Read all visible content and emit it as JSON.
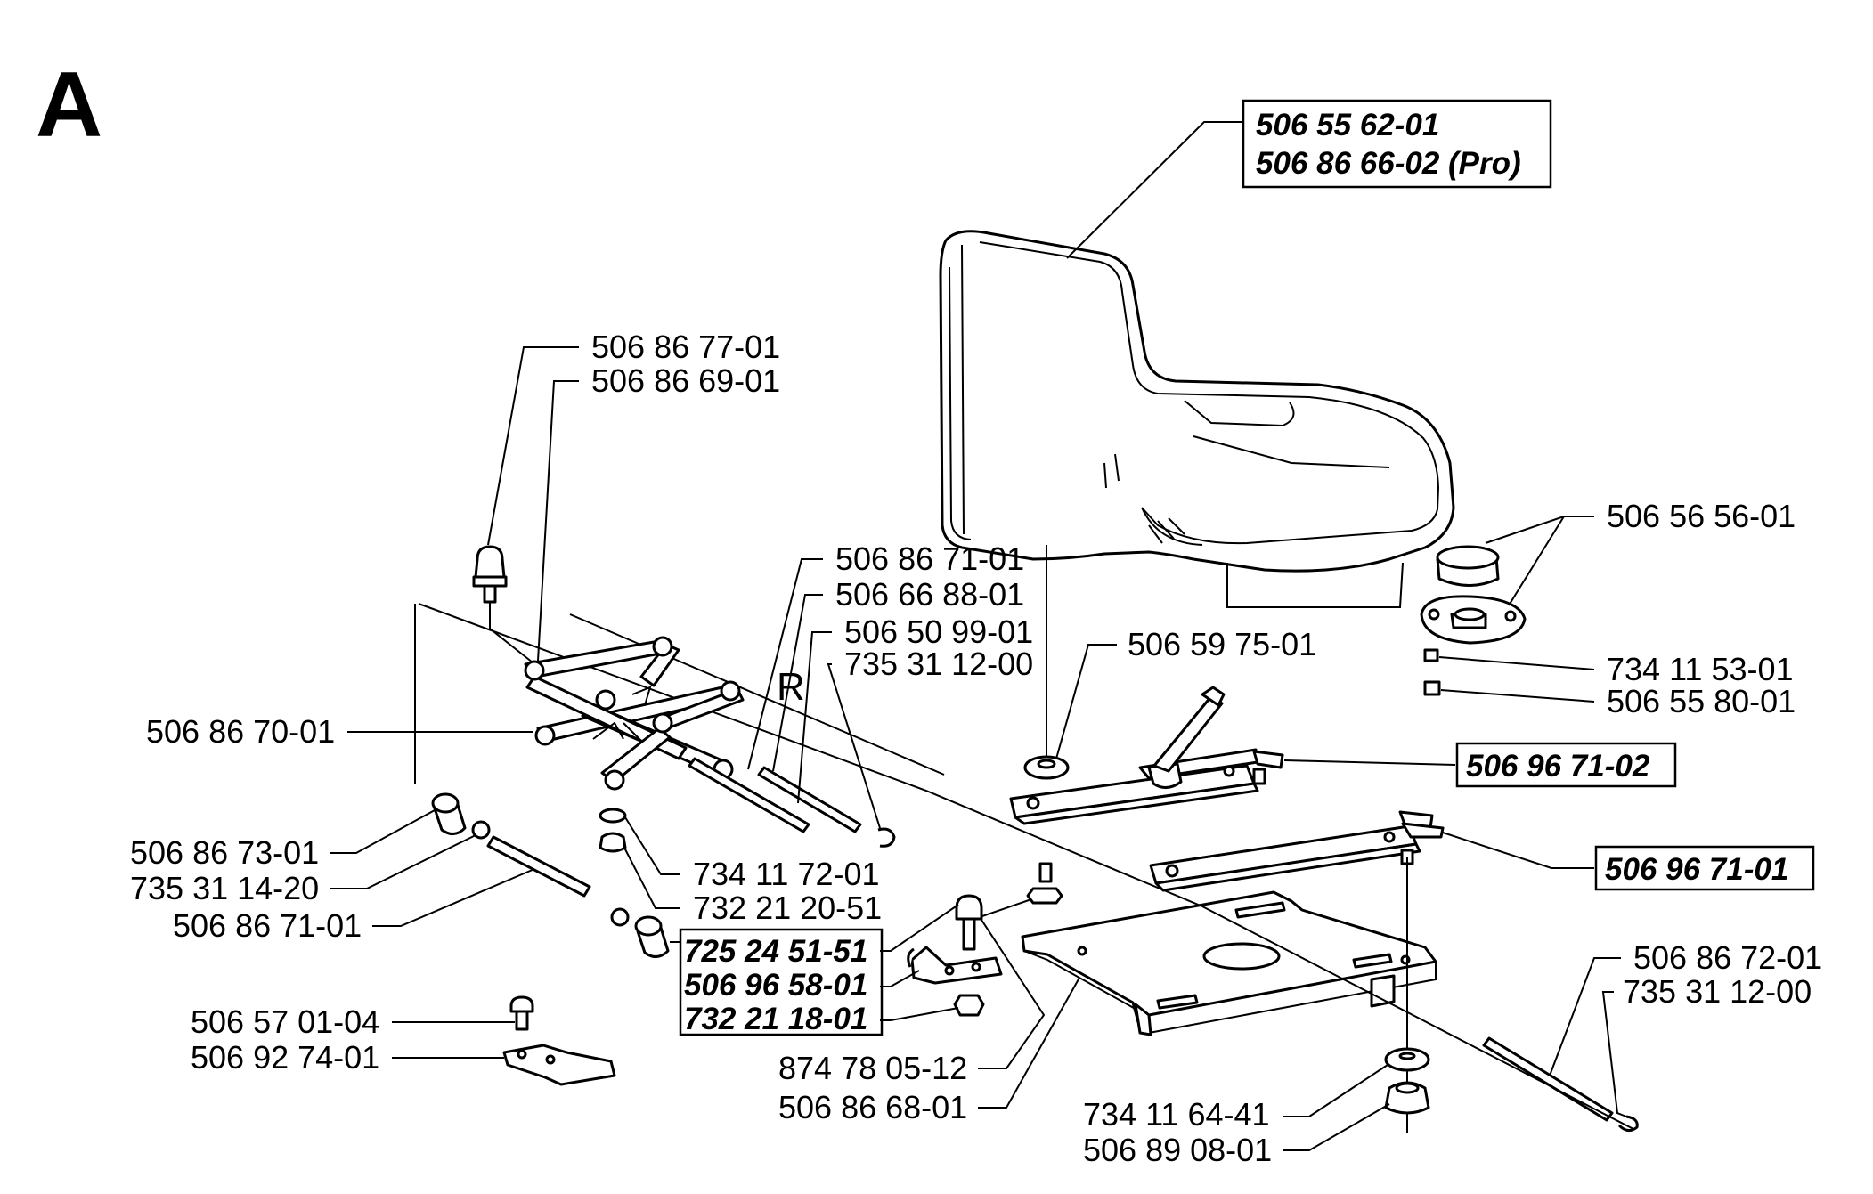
{
  "section_letter": "A",
  "callouts": {
    "seat": [
      "506 55 62-01",
      "506 86 66-02 (Pro)"
    ],
    "bolt_top": "506 86 77-01",
    "pivot_bracket": "506 86 69-01",
    "rod_1": "506 86 71-01",
    "pin_1": "506 66 88-01",
    "spacer_1": "506 50 99-01",
    "clip_1": "735 31 12-00",
    "damper_cap": "506 56 56-01",
    "washer_large": "506 59 75-01",
    "lock_washer_1": "734 11 53-01",
    "nut_1": "506 55 80-01",
    "link_assembly": "506 86 70-01",
    "slide_rail_lever": "506 96 71-02",
    "slide_rail": "506 96 71-01",
    "lock_washer_2": "734 11 72-01",
    "nut_2": "732 21 20-51",
    "bushing": "506 86 73-01",
    "clip_2": "735 31 14-20",
    "rod_2": "506 86 71-01",
    "bolt_kit": [
      "725 24 51-51",
      "506 96 58-01",
      "732 21 18-01"
    ],
    "bolt_small": "506 57 01-04",
    "bracket_small": "506 92 74-01",
    "nut_3": "874 78 05-12",
    "base_plate": "506 86 68-01",
    "rod_3": "506 86 72-01",
    "clip_3": "735 31 12-00",
    "washer_3": "734 11 64-41",
    "nut_4": "506 89 08-01",
    "mark_r": "R"
  }
}
